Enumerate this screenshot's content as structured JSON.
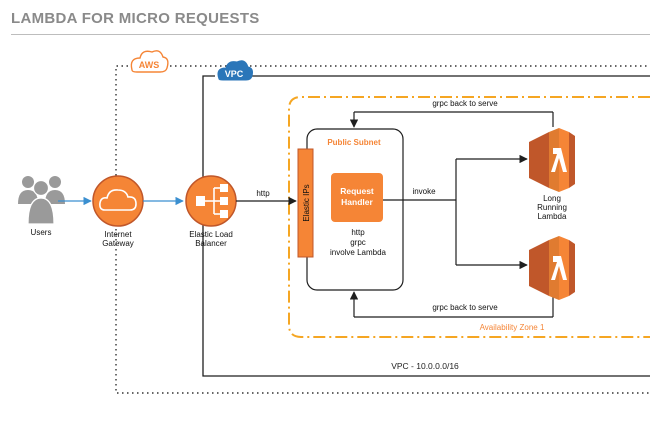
{
  "title": "LAMBDA FOR MICRO REQUESTS",
  "labels": {
    "aws": "AWS",
    "vpc": "VPC",
    "users": "Users",
    "internet_gateway_line1": "Internet",
    "internet_gateway_line2": "Gateway",
    "elb_line1": "Elastic Load",
    "elb_line2": "Balancer",
    "http_edge": "http",
    "elastic_ips": "Elastic IPs",
    "public_subnet": "Public Subnet",
    "request_handler_line1": "Request",
    "request_handler_line2": "Handler",
    "handler_protocols": [
      "http",
      "grpc",
      "involve Lambda"
    ],
    "invoke": "invoke",
    "grpc_back_top": "grpc back to serve",
    "grpc_back_bottom": "grpc back to serve",
    "long_running_lambda": [
      "Long",
      "Running",
      "Lambda"
    ],
    "availability_zone": "Availability Zone 1",
    "vpc_cidr": "VPC - 10.0.0.0/16"
  },
  "colors": {
    "aws_orange": "#f58536",
    "aws_orange_dark": "#c0572a",
    "lambda_orange": "#e8822a",
    "vpc_blue": "#2b76b9",
    "arrow_blue": "#3b8fd0",
    "user_gray": "#9a9a9a",
    "line_dark": "#1f1f1f",
    "title_gray": "#8a8a8a"
  },
  "icons": [
    "users-icon",
    "internet-gateway-icon",
    "load-balancer-icon",
    "lambda-icon"
  ]
}
